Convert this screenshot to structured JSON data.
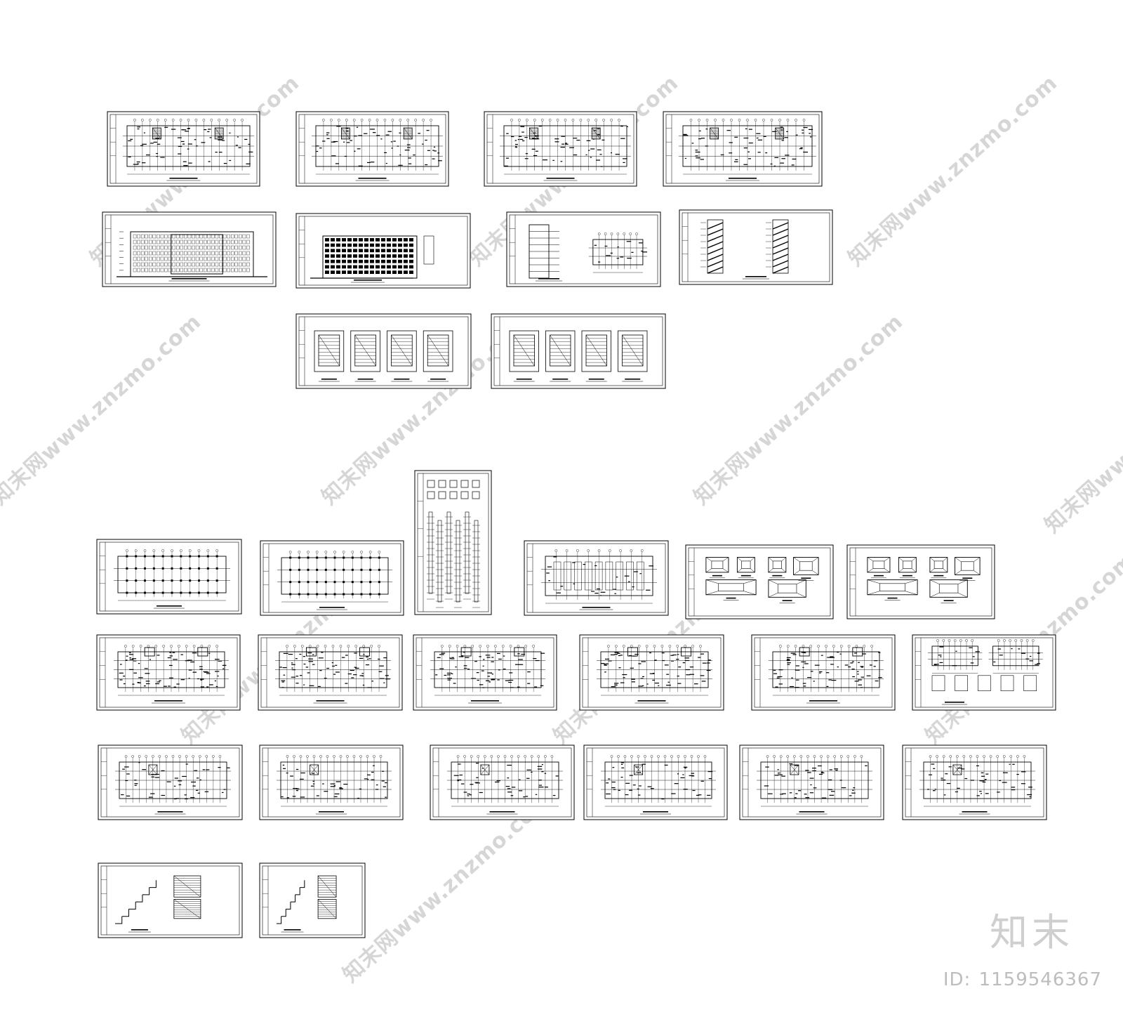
{
  "sheets": [
    {
      "kind": "plan-arch"
    },
    {
      "kind": "plan-arch"
    },
    {
      "kind": "plan-arch"
    },
    {
      "kind": "plan-arch"
    },
    {
      "kind": "elevation-front"
    },
    {
      "kind": "elevation-side"
    },
    {
      "kind": "section-narrow"
    },
    {
      "kind": "stair-section"
    },
    {
      "kind": "stair-details"
    },
    {
      "kind": "stair-details"
    },
    {
      "kind": "column-layout"
    },
    {
      "kind": "column-layout"
    },
    {
      "kind": "column-schedule"
    },
    {
      "kind": "foundation-plan"
    },
    {
      "kind": "footing-details"
    },
    {
      "kind": "footing-details"
    },
    {
      "kind": "beam-plan"
    },
    {
      "kind": "beam-plan"
    },
    {
      "kind": "beam-plan"
    },
    {
      "kind": "beam-plan"
    },
    {
      "kind": "beam-plan"
    },
    {
      "kind": "beam-misc"
    },
    {
      "kind": "slab-plan"
    },
    {
      "kind": "slab-plan"
    },
    {
      "kind": "slab-plan"
    },
    {
      "kind": "slab-plan"
    },
    {
      "kind": "slab-plan"
    },
    {
      "kind": "slab-plan"
    },
    {
      "kind": "stair-structure"
    },
    {
      "kind": "stair-structure"
    }
  ],
  "watermark": {
    "brand": "知末",
    "id_label": "ID:",
    "id_value": "1159546367",
    "diagonal_text": "知末网www.znzmo.com",
    "color": "#d6d6d6"
  },
  "colors": {
    "line": "#000000",
    "background": "#ffffff"
  }
}
